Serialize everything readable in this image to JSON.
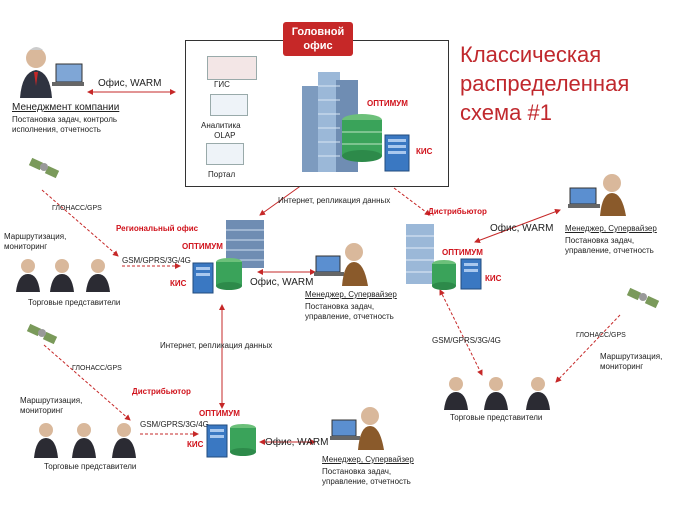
{
  "title": [
    "Классическая",
    "распределенная",
    "схема #1"
  ],
  "head_office": {
    "badge": [
      "Головной",
      "офис"
    ],
    "gis": "ГИС",
    "analytics": [
      "Аналитика",
      "OLAP"
    ],
    "portal": "Портал",
    "optimum": "ОПТИМУМ",
    "kis": "КИС"
  },
  "management": {
    "link": "Офис, WARM",
    "title": "Менеджмент компании",
    "desc": [
      "Постановка задач, контроль",
      "исполнения, отчетность"
    ]
  },
  "internet_link": "Интернет, репликация данных",
  "regional": {
    "title": "Региональный офис",
    "optimum": "ОПТИМУМ",
    "kis": "КИС",
    "glonass": "ГЛОНАСС/GPS",
    "routing": [
      "Маршрутизация,",
      "мониторинг"
    ],
    "gsm": "GSM/GPRS/3G/4G",
    "reps": "Торговые представители",
    "warm": "Офис, WARM",
    "manager": "Менеджер, Супервайзер",
    "manager_desc": [
      "Постановка задач,",
      "управление, отчетность"
    ],
    "internet": "Интернет, репликация данных"
  },
  "distributor_right": {
    "title": "Дистрибьютор",
    "optimum": "ОПТИМУМ",
    "kis": "КИС",
    "warm": "Офис, WARM",
    "manager": "Менеджер, Супервайзер",
    "manager_desc": [
      "Постановка задач,",
      "управление, отчетность"
    ],
    "gsm": "GSM/GPRS/3G/4G",
    "glonass": "ГЛОНАСС/GPS",
    "routing": [
      "Маршрутизация,",
      "мониторинг"
    ],
    "reps": "Торговые представители"
  },
  "distributor_left": {
    "title": "Дистрибьютор",
    "optimum": "ОПТИМУМ",
    "kis": "КИС",
    "glonass": "ГЛОНАСС/GPS",
    "routing": [
      "Маршрутизация,",
      "мониторинг"
    ],
    "gsm": "GSM/GPRS/3G/4G",
    "reps": "Торговые представители",
    "warm": "Офис, WARM",
    "manager": "Менеджер, Супервайзер",
    "manager_desc": [
      "Постановка задач,",
      "управление, отчетность"
    ]
  },
  "colors": {
    "accent_red": "#d0121b",
    "title_red": "#c0282d",
    "server_blue": "#3a78c2",
    "db_green": "#3aa35a"
  }
}
